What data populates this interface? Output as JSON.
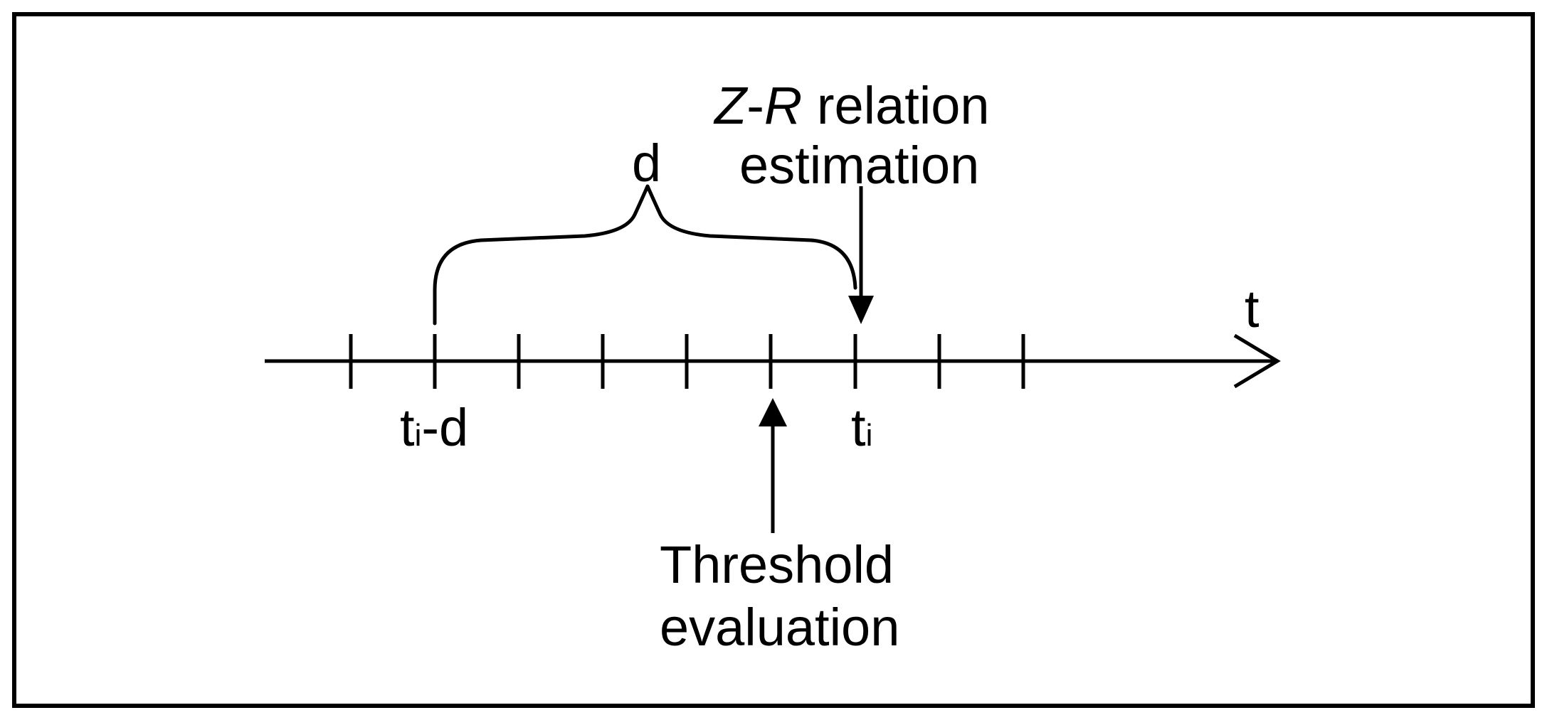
{
  "diagram": {
    "axis_label": "t",
    "brace_label": "d",
    "tick_labels": {
      "start": {
        "base": "t",
        "sub": "i",
        "suffix": "-d"
      },
      "current": {
        "base": "t",
        "sub": "i"
      }
    },
    "top_annotation": {
      "line1_italic_a": "Z",
      "line1_dash": "-",
      "line1_italic_b": "R",
      "line1_rest": " relation",
      "line2": "estimation"
    },
    "bottom_annotation": {
      "line1": "Threshold",
      "line2": "evaluation"
    },
    "tick_count": 9,
    "colors": {
      "stroke": "#000000",
      "background": "#ffffff"
    }
  }
}
